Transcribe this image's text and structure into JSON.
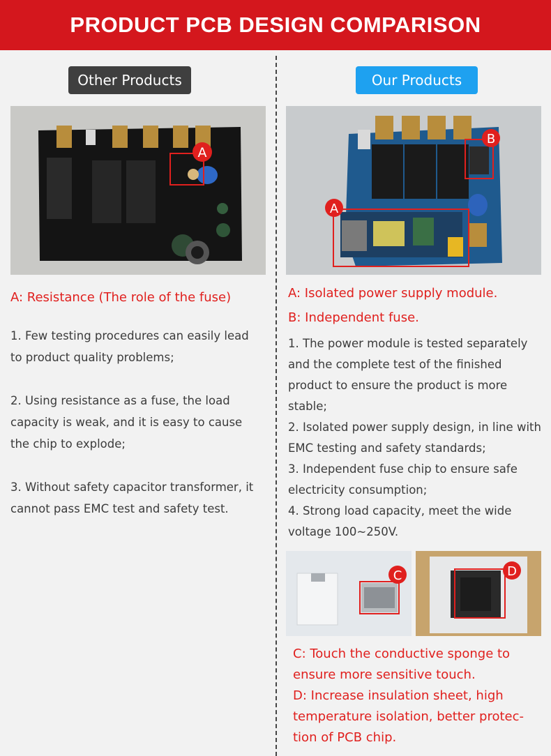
{
  "header": {
    "title": "PRODUCT PCB DESIGN COMPARISON"
  },
  "left": {
    "badge": "Other Products",
    "photo_marker": "A",
    "caption": "A: Resistance (The role of the fuse)",
    "points": [
      "1. Few testing procedures can easily lead to product quality problems;",
      "2. Using resistance as a fuse, the load capacity is weak, and it is easy to cause the chip to explode;",
      "3. Without safety capacitor transformer, it cannot pass EMC test and safety test."
    ]
  },
  "right": {
    "badge": "Our Products",
    "photo_markers": [
      "A",
      "B"
    ],
    "captions": [
      "A: Isolated power supply module.",
      "B: Independent fuse."
    ],
    "points": [
      "1. The power module is tested separately and the complete test of the finished product to ensure the product is more stable;",
      "2. Isolated power supply design, in line with EMC testing and safety standards;",
      "3. Independent fuse chip to ensure safe electricity consumption;",
      "4. Strong load capacity, meet the wide voltage 100~250V."
    ],
    "small_photo_markers": [
      "C",
      "D"
    ],
    "bottom_notes": [
      "C: Touch the conductive sponge to ensure more sensitive touch.",
      "D: Increase insulation sheet, high temperature isolation, better protec-tion of PCB chip."
    ]
  },
  "colors": {
    "banner": "#d4171d",
    "accent_red": "#e0201e",
    "badge_dark": "#3f3f3f",
    "badge_blue": "#1ea1f0"
  }
}
